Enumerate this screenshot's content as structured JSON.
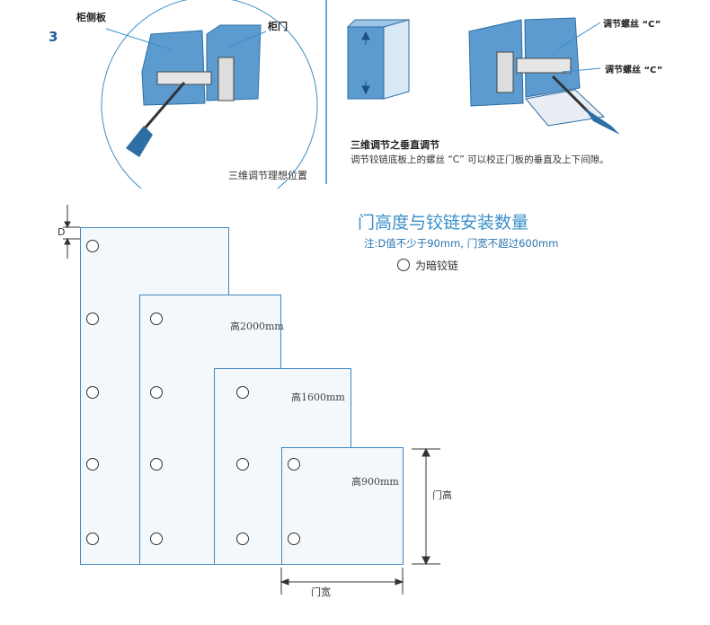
{
  "step_number": "3",
  "left_panel": {
    "label_side_panel": "柜侧板",
    "label_door": "柜门",
    "caption": "三维调节理想位置"
  },
  "right_panel": {
    "label_screw_c_1": "调节螺丝 “C”",
    "label_screw_c_2": "调节螺丝 “C”",
    "title": "三维调节之垂直调节",
    "description": "调节铰链底板上的螺丝 “C” 可以校正门板的垂直及上下间隙。"
  },
  "diagram": {
    "title": "门高度与铰链安装数量",
    "note": "注:D值不少于90mm, 门宽不超过600mm",
    "legend_text": "为暗铰链",
    "d_label": "D",
    "doors": [
      {
        "height_label": "",
        "hinges": 5
      },
      {
        "height_label": "高2000mm",
        "hinges": 4
      },
      {
        "height_label": "高1600mm",
        "hinges": 3
      },
      {
        "height_label": "高900mm",
        "hinges": 2
      }
    ],
    "door_height_label": "门高",
    "door_width_label": "门宽"
  },
  "colors": {
    "accent": "#3a8fc9",
    "panel": "#5b9bd0",
    "rect_border": "#3d86c6"
  }
}
